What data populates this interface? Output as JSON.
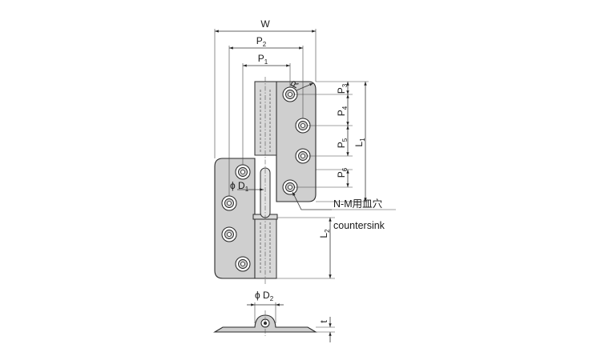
{
  "labels": {
    "W": "W",
    "P2": "P",
    "P2_sub": "2",
    "P1": "P",
    "P1_sub": "1",
    "R": "R",
    "P3": "P",
    "P3_sub": "3",
    "P4": "P",
    "P4_sub": "4",
    "P5": "P",
    "P5_sub": "5",
    "P6": "P",
    "P6_sub": "6",
    "L1": "L",
    "L1_sub": "1",
    "L2": "L",
    "L2_sub": "2",
    "D1": "ϕ D",
    "D1_sub": "1",
    "D2": "ϕ D",
    "D2_sub": "2",
    "t": "t",
    "countersink_jp": "N-M用皿穴",
    "countersink_en": "countersink"
  }
}
